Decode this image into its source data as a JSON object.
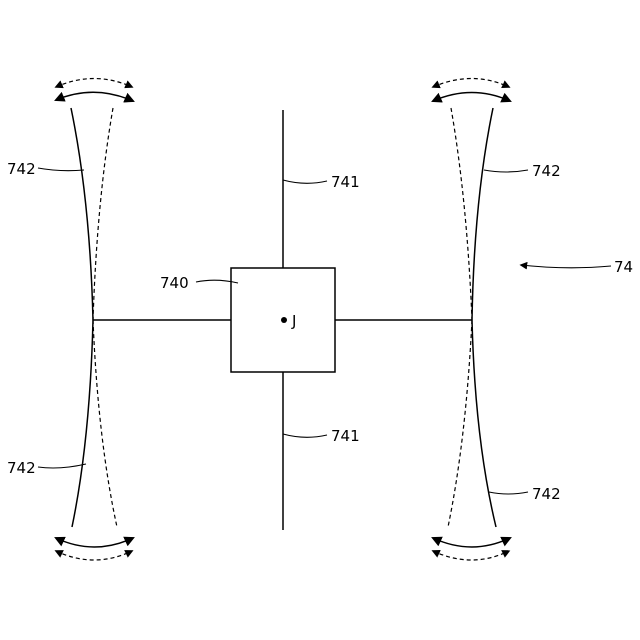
{
  "labels": {
    "center_block": "740",
    "shaft_top": "741",
    "shaft_bottom": "741",
    "arm_top_left": "742",
    "arm_top_right": "742",
    "arm_bottom_left": "742",
    "arm_bottom_right": "742",
    "assembly": "74",
    "center_point": "J"
  }
}
